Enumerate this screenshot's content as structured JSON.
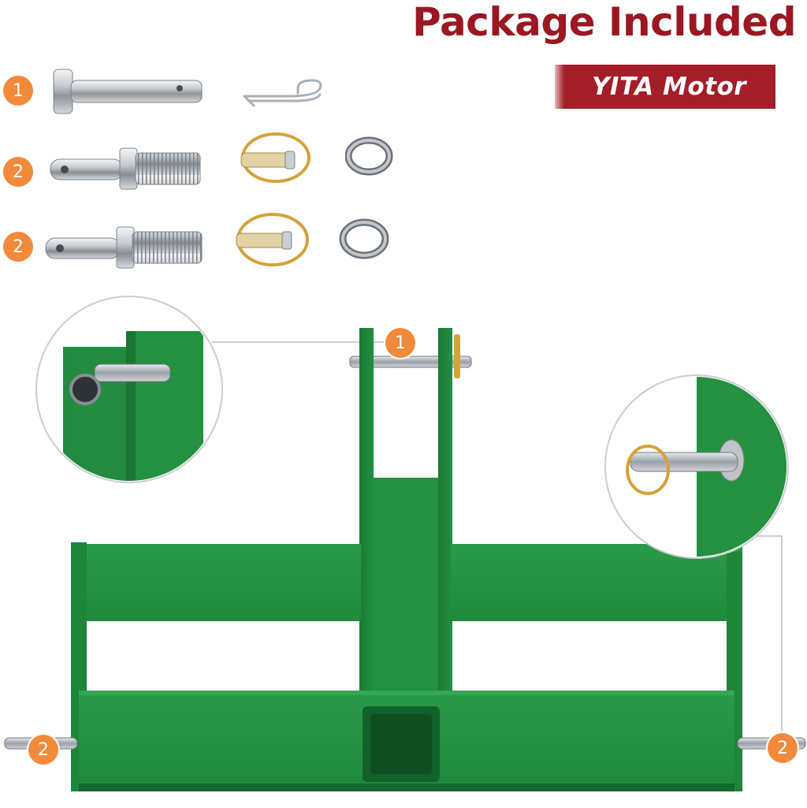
{
  "header": {
    "title": "Package Included",
    "brand": "YITA Motor"
  },
  "parts_rows": [
    {
      "quantity": "1",
      "items": [
        "clevis-pin",
        "hitch-pin-clip"
      ]
    },
    {
      "quantity": "2",
      "items": [
        "threaded-lower-link-pin",
        "linch-pin",
        "lock-washer"
      ]
    },
    {
      "quantity": "2",
      "items": [
        "threaded-lower-link-pin",
        "linch-pin",
        "lock-washer"
      ]
    }
  ],
  "callouts": {
    "top_pin": "1",
    "left_pin": "2",
    "right_pin": "2"
  },
  "colors": {
    "title": "#9b1722",
    "brand_bg": "#a31e29",
    "badge": "#f28a3c",
    "frame_green": "#238b3f"
  }
}
